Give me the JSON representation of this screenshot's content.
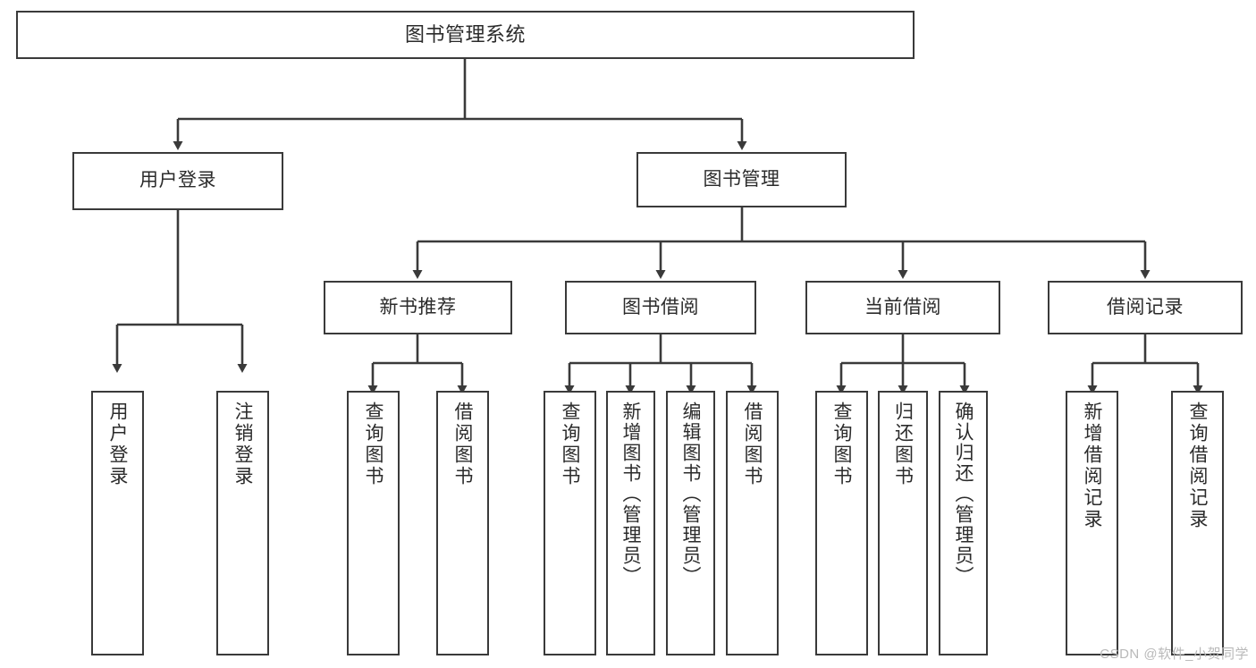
{
  "diagram": {
    "title": "图书管理系统",
    "type": "tree",
    "style": {
      "box_border": "#3a3a3a",
      "box_fill": "#ffffff",
      "line": "#3a3a3a",
      "text": "#2b2b2b",
      "background": "#ffffff"
    },
    "levels": {
      "level1": "图书管理系统",
      "level2": [
        "用户登录",
        "图书管理"
      ],
      "level3": [
        "新书推荐",
        "图书借阅",
        "当前借阅",
        "借阅记录"
      ]
    },
    "nodes": {
      "root": {
        "label": "图书管理系统"
      },
      "user_login": {
        "label": "用户登录"
      },
      "book_manage": {
        "label": "图书管理"
      },
      "new_book_rec": {
        "label": "新书推荐"
      },
      "book_borrow": {
        "label": "图书借阅"
      },
      "current_borrow": {
        "label": "当前借阅"
      },
      "borrow_record": {
        "label": "借阅记录"
      },
      "leaf_user_login": {
        "label": "用户登录"
      },
      "leaf_logout": {
        "label": "注销登录"
      },
      "leaf_query_book_1": {
        "label": "查询图书"
      },
      "leaf_borrow_book_1": {
        "label": "借阅图书"
      },
      "leaf_query_book_2": {
        "label": "查询图书"
      },
      "leaf_add_book": {
        "label": "新增图书（管理员）"
      },
      "leaf_edit_book": {
        "label": "编辑图书（管理员）"
      },
      "leaf_borrow_book_2": {
        "label": "借阅图书"
      },
      "leaf_query_book_3": {
        "label": "查询图书"
      },
      "leaf_return_book": {
        "label": "归还图书"
      },
      "leaf_confirm_return": {
        "label": "确认归还（管理员）"
      },
      "leaf_add_record": {
        "label": "新增借阅记录"
      },
      "leaf_query_record": {
        "label": "查询借阅记录"
      }
    },
    "edges": [
      {
        "from": "root",
        "to": "user_login"
      },
      {
        "from": "root",
        "to": "book_manage"
      },
      {
        "from": "user_login",
        "to": "leaf_user_login"
      },
      {
        "from": "user_login",
        "to": "leaf_logout"
      },
      {
        "from": "book_manage",
        "to": "new_book_rec"
      },
      {
        "from": "book_manage",
        "to": "book_borrow"
      },
      {
        "from": "book_manage",
        "to": "current_borrow"
      },
      {
        "from": "book_manage",
        "to": "borrow_record"
      },
      {
        "from": "new_book_rec",
        "to": "leaf_query_book_1"
      },
      {
        "from": "new_book_rec",
        "to": "leaf_borrow_book_1"
      },
      {
        "from": "book_borrow",
        "to": "leaf_query_book_2"
      },
      {
        "from": "book_borrow",
        "to": "leaf_add_book"
      },
      {
        "from": "book_borrow",
        "to": "leaf_edit_book"
      },
      {
        "from": "book_borrow",
        "to": "leaf_borrow_book_2"
      },
      {
        "from": "current_borrow",
        "to": "leaf_query_book_3"
      },
      {
        "from": "current_borrow",
        "to": "leaf_return_book"
      },
      {
        "from": "current_borrow",
        "to": "leaf_confirm_return"
      },
      {
        "from": "borrow_record",
        "to": "leaf_add_record"
      },
      {
        "from": "borrow_record",
        "to": "leaf_query_record"
      }
    ]
  },
  "watermark": {
    "text": "CSDN @软件_小贺同学"
  }
}
